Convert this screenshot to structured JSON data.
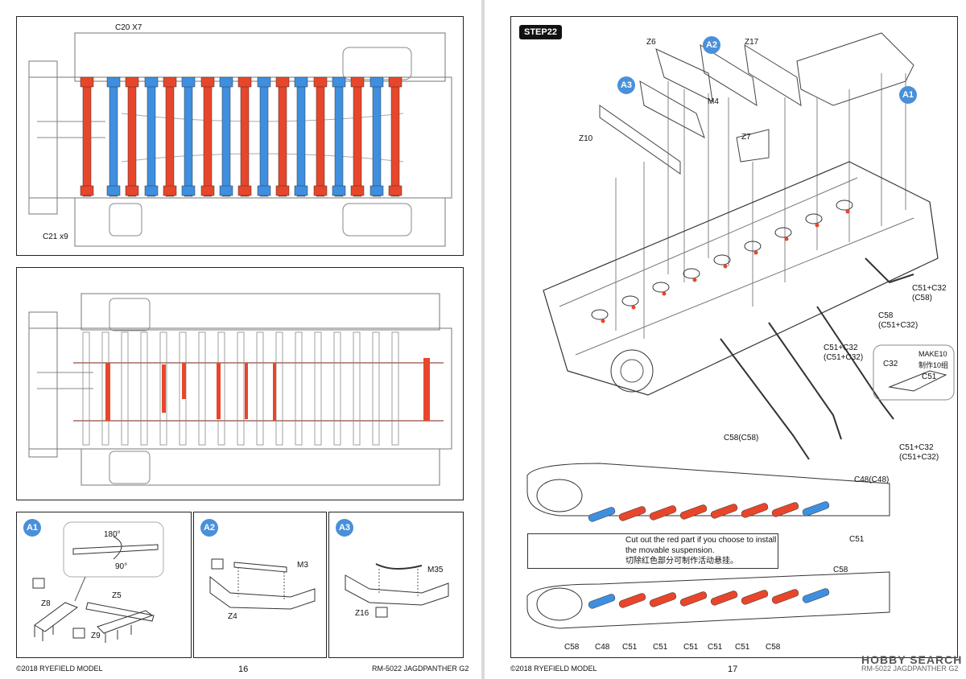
{
  "left_page": {
    "top_panel": {
      "label_c20": "C20 X7",
      "label_c21": "C21 x9"
    },
    "detail_a1": {
      "badge": "A1",
      "angle_180": "180°",
      "angle_90": "90°",
      "z5": "Z5",
      "z8": "Z8",
      "z9": "Z9"
    },
    "detail_a2": {
      "badge": "A2",
      "m3": "M3",
      "z4": "Z4"
    },
    "detail_a3": {
      "badge": "A3",
      "m35": "M35",
      "z16": "Z16"
    },
    "footer_copyright": "©2018 RYEFIELD MODEL",
    "page_number": "16",
    "footer_model": "RM-5022 JAGDPANTHER G2"
  },
  "right_page": {
    "step": "STEP22",
    "labels": {
      "z6": "Z6",
      "a2": "A2",
      "z17": "Z17",
      "a3": "A3",
      "m4": "M4",
      "a1": "A1",
      "z10": "Z10",
      "z7": "Z7",
      "c51c32_a": "C51+C32",
      "c58_paren": "(C58)",
      "c58": "C58",
      "c51c32_paren": "(C51+C32)",
      "c51c32_b": "C51+C32",
      "c51c32_b_paren": "(C51+C32)",
      "c32": "C32",
      "make": "MAKE10",
      "make_cn": "制作10组",
      "c51_inset": "C51",
      "c58c58": "C58(C58)",
      "c51c32_c": "C51+C32",
      "c51c32_c_paren": "(C51+C32)",
      "c48c48": "C48(C48)",
      "c51_side": "C51",
      "c58_side": "C58"
    },
    "notice": {
      "en_line1": "Cut out the red part if you choose to install",
      "en_line2": "the movable suspension.",
      "cn": "切除红色部分可制作活动悬挂。"
    },
    "bottom_labels": [
      "C58",
      "C48",
      "C51",
      "C51",
      "C51",
      "C51",
      "C51",
      "C58"
    ],
    "footer_copyright": "©2018 RYEFIELD MODEL",
    "page_number": "17",
    "footer_model": "RM-5022 JAGDPANTHER G2",
    "watermark": "HOBBY SEARCH"
  },
  "colors": {
    "red": "#e8462b",
    "blue": "#3f8fe0",
    "badge": "#4a90d9"
  }
}
